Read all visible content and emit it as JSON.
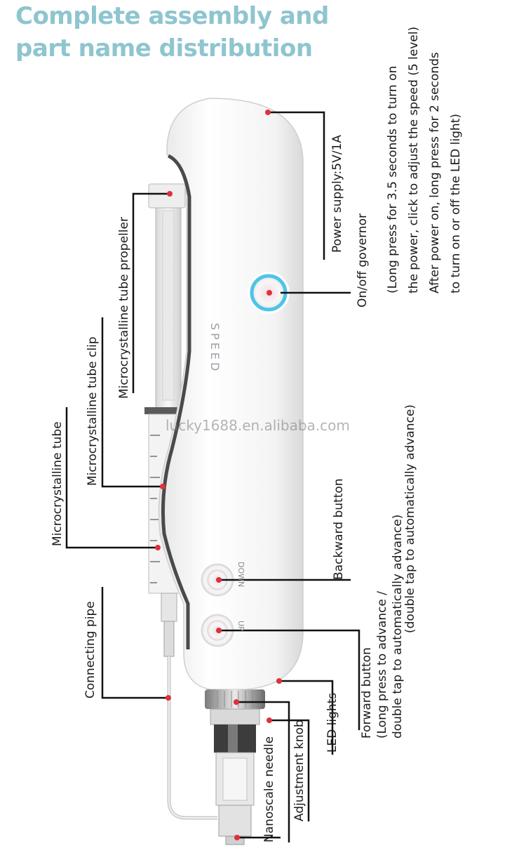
{
  "title": {
    "line1": "Complete assembly and",
    "line2": "part name distribution"
  },
  "watermark": "lucky1688.en.alibaba.com",
  "device": {
    "speed_marking": "SPEED",
    "up_marking": "UP",
    "down_marking": "DOWN"
  },
  "labels": {
    "power_supply": "Power supply:5V/1A",
    "on_off": {
      "name": "On/off governor",
      "desc1": "(Long press for 3.5 seconds to turn on",
      "desc2": "the power, click to adjust the speed (5 level)",
      "desc3": "After power on, long press for 2 seconds",
      "desc4": "to turn on or off the LED light)"
    },
    "propeller": "Microcrystalline tube propeller",
    "clip": "Microcrystalline tube clip",
    "tube": "Microcrystalline tube",
    "backward": {
      "name": "Backward button",
      "desc": "(double tap to automatically advance)"
    },
    "forward": {
      "name": "Forward button",
      "desc1": "(Long press to advance /",
      "desc2": "double tap to automatically advance)"
    },
    "connecting_pipe": "Connecting pipe",
    "led_lights": "LED lights",
    "adjustment_knob": "Adjustment knob",
    "nanoscale_needle": "Nanoscale needle"
  },
  "colors": {
    "title": "#8ec5cf",
    "marker": "#e0303a",
    "button_ring": "#4fc3e8"
  }
}
